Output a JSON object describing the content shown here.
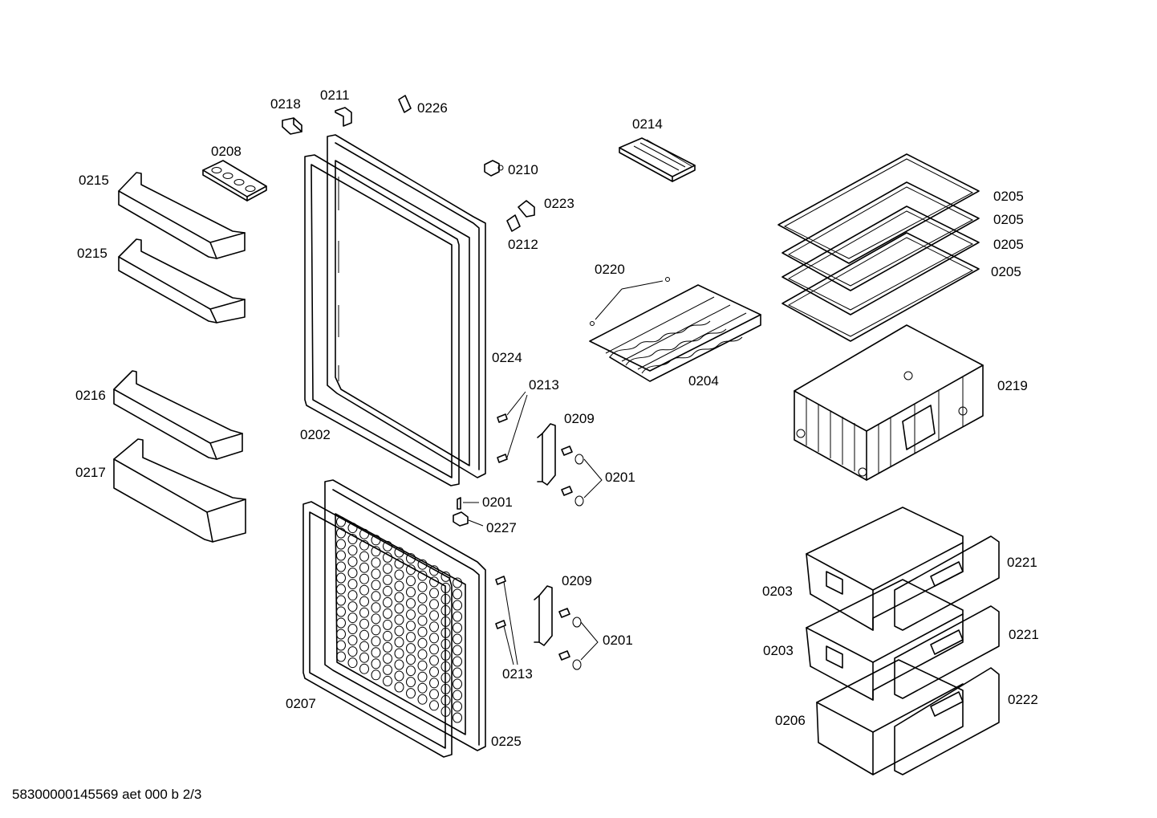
{
  "footer": {
    "doc_ref": "58300000145569 aet 000 b 2/3"
  },
  "labels": {
    "p0218": "0218",
    "p0211": "0211",
    "p0226": "0226",
    "p0214": "0214",
    "p0208": "0208",
    "p0215a": "0215",
    "p0215b": "0215",
    "p0210": "0210",
    "p0223": "0223",
    "p0212": "0212",
    "p0205a": "0205",
    "p0205b": "0205",
    "p0205c": "0205",
    "p0205d": "0205",
    "p0220": "0220",
    "p0224": "0224",
    "p0204": "0204",
    "p0219": "0219",
    "p0216": "0216",
    "p0213a": "0213",
    "p0209a": "0209",
    "p0202": "0202",
    "p0217": "0217",
    "p0201a": "0201",
    "p0201b": "0201",
    "p0227": "0227",
    "p0221a": "0221",
    "p0209b": "0209",
    "p0203a": "0203",
    "p0201c": "0201",
    "p0221b": "0221",
    "p0203b": "0203",
    "p0213b": "0213",
    "p0222": "0222",
    "p0207": "0207",
    "p0206": "0206",
    "p0225": "0225"
  }
}
